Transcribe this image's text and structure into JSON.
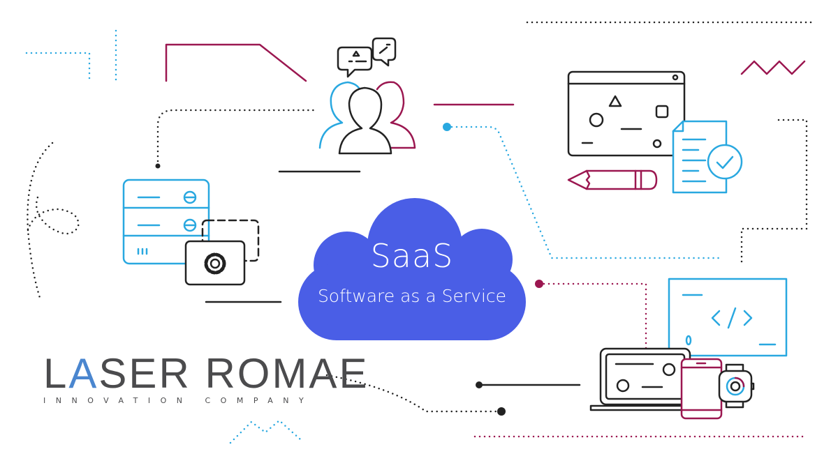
{
  "cloud": {
    "title": "SaaS",
    "subtitle": "Software as a Service"
  },
  "logo": {
    "first_letter": "L",
    "accent_letter": "A",
    "rest": "SER ROMAE",
    "tagline": "INNOVATION COMPANY"
  },
  "colors": {
    "cloud": "#4a5ee6",
    "blue": "#29a8e0",
    "crimson": "#9b1750",
    "dark": "#222222",
    "logo_gray": "#4b4b4d",
    "logo_accent": "#4a86cf"
  }
}
